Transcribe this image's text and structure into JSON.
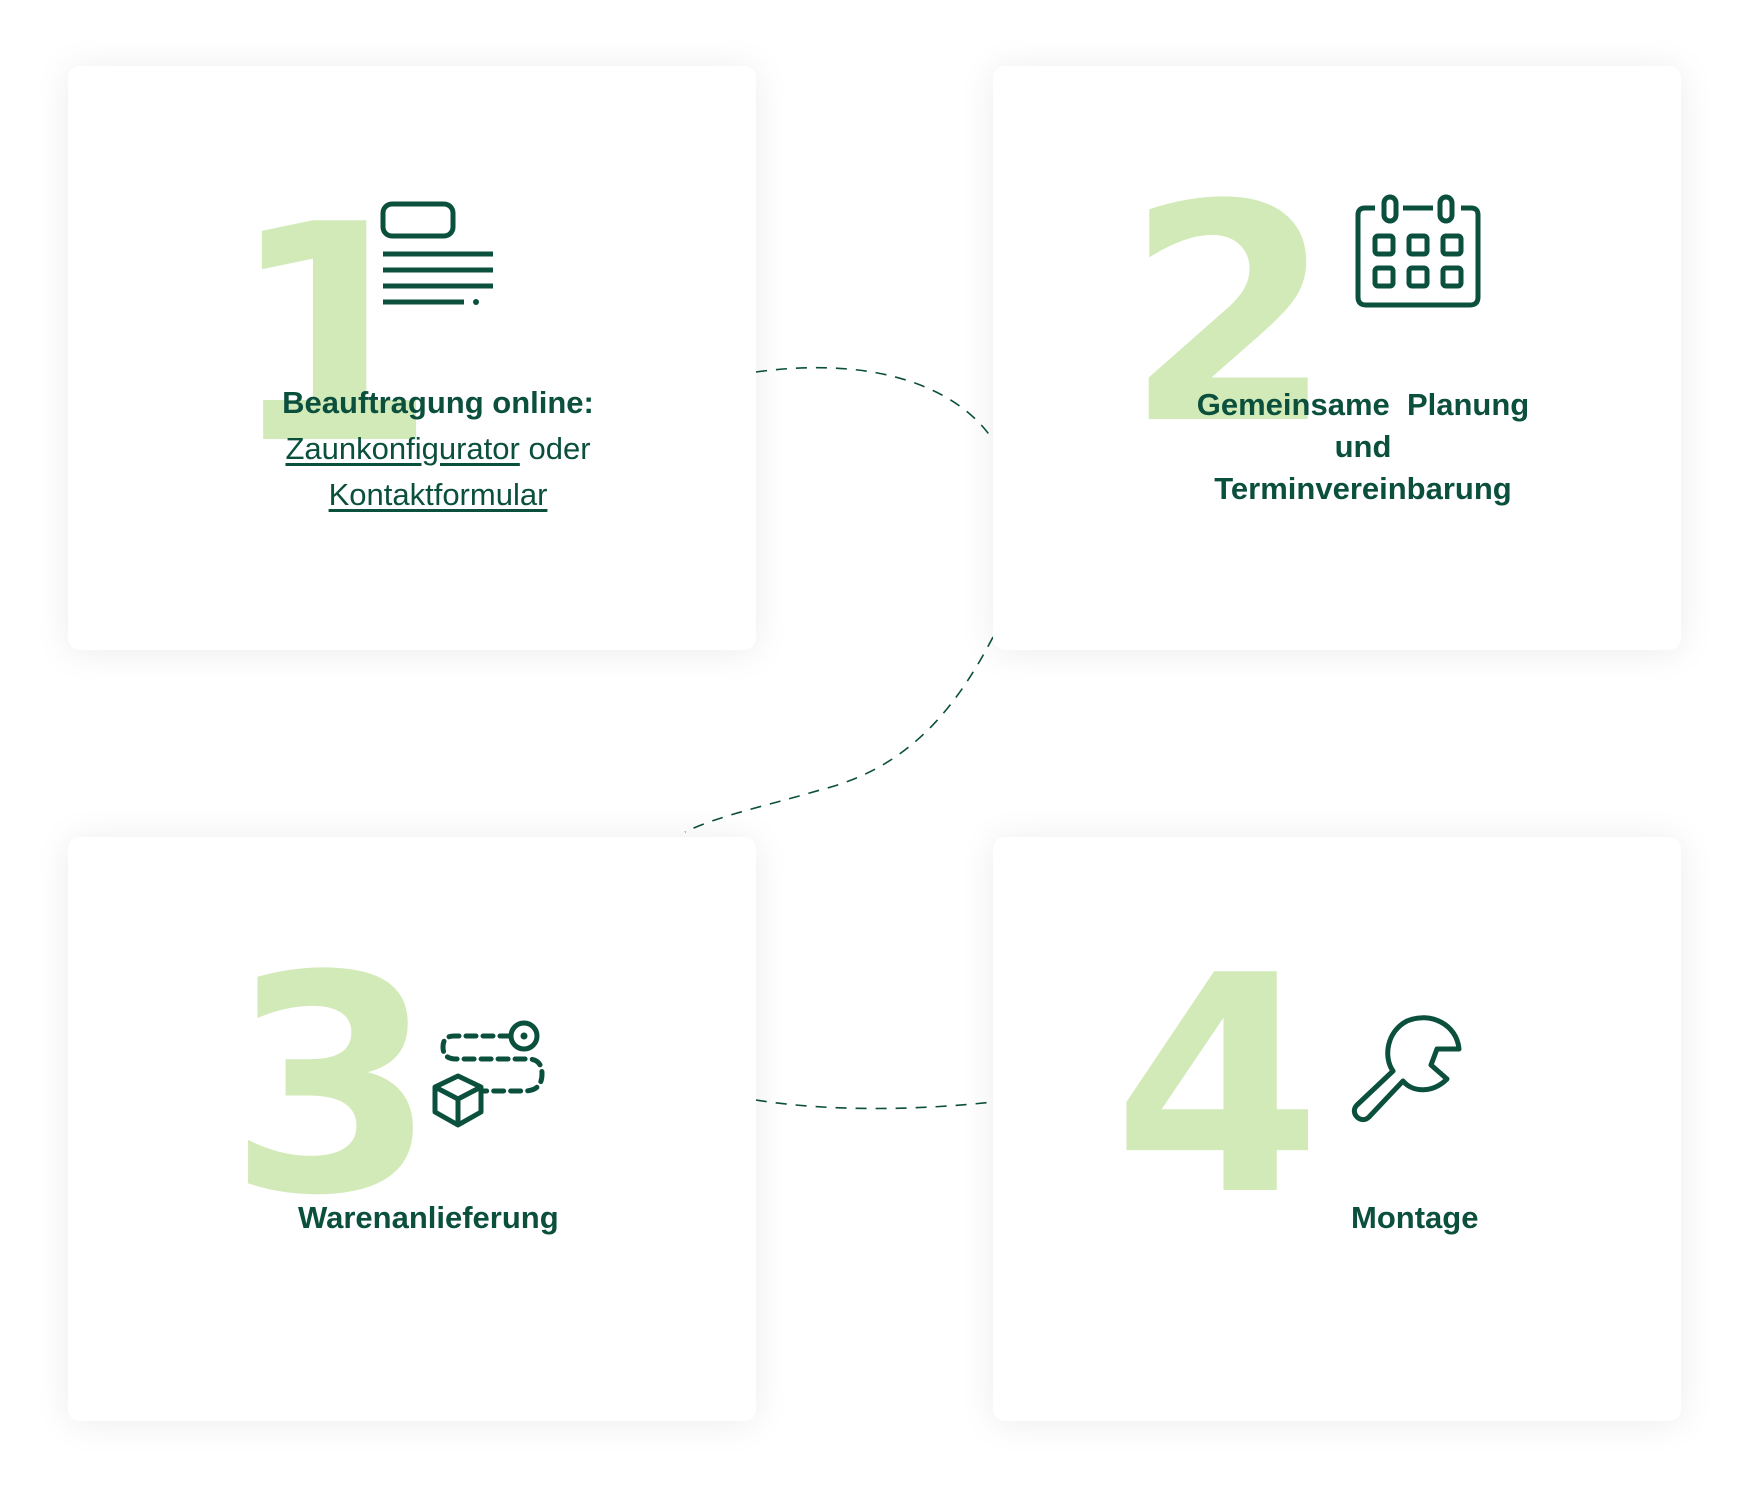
{
  "colors": {
    "accent": "#0b4f3d",
    "number_fill": "#d2eab8",
    "card_background": "#ffffff"
  },
  "steps": [
    {
      "number": "1",
      "icon": "document-form-icon",
      "title": "Beauftragung online:",
      "link1": "Zaunkonfigurator",
      "connector": "oder",
      "link2": "Kontaktformular"
    },
    {
      "number": "2",
      "icon": "calendar-icon",
      "line1": "Gemeinsame  Planung",
      "line2": "und",
      "line3": "Terminvereinbarung"
    },
    {
      "number": "3",
      "icon": "delivery-route-icon",
      "title": "Warenanlieferung"
    },
    {
      "number": "4",
      "icon": "wrench-icon",
      "title": "Montage"
    }
  ]
}
